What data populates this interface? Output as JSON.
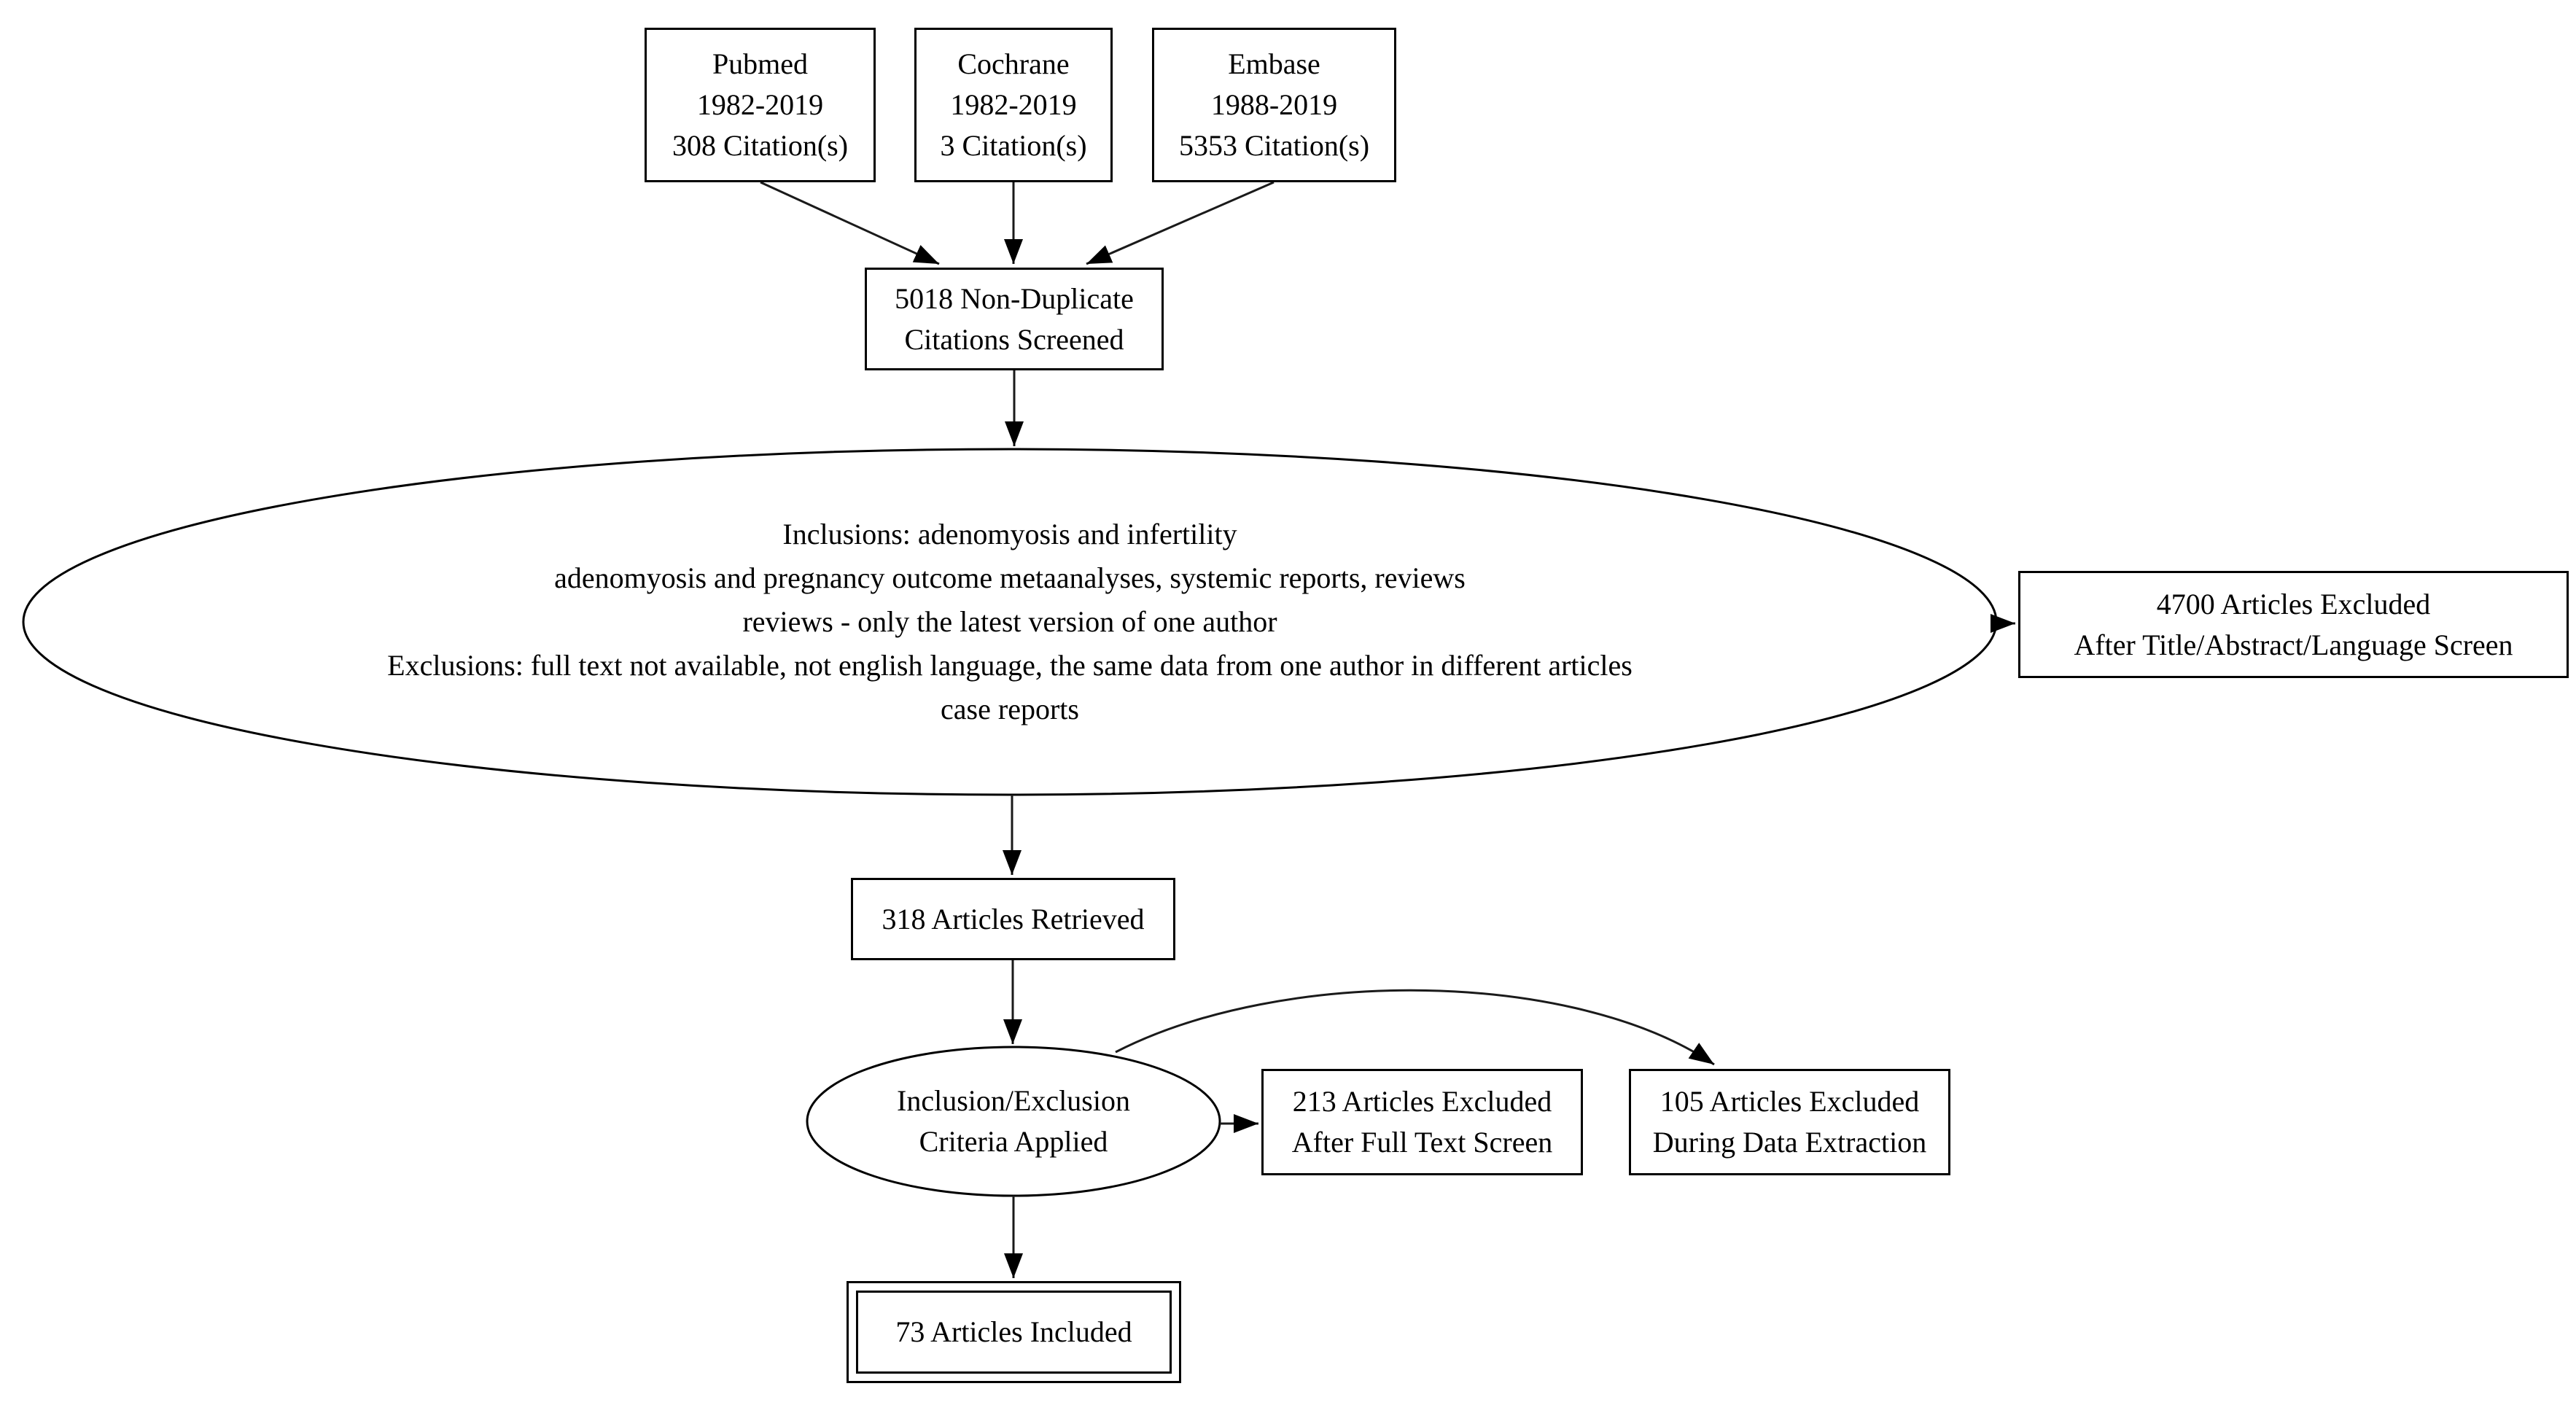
{
  "diagram": {
    "title": "Literature screening flow diagram",
    "background_color": "#ffffff",
    "line_color": "#000000",
    "text_color": "#000000",
    "nodes": {
      "pubmed": {
        "lines": [
          "Pubmed",
          "1982-2019",
          "308 Citation(s)"
        ]
      },
      "cochrane": {
        "lines": [
          "Cochrane",
          "1982-2019",
          "3 Citation(s)"
        ]
      },
      "embase": {
        "lines": [
          "Embase",
          "1988-2019",
          "5353 Citation(s)"
        ]
      },
      "screened": {
        "lines": [
          "5018 Non-Duplicate",
          "Citations Screened"
        ]
      },
      "screening_criteria": {
        "lines": [
          "Inclusions: adenomyosis and infertility",
          "adenomyosis and pregnancy outcome metaanalyses, systemic reports, reviews",
          "reviews - only the latest version of one author",
          "Exclusions: full text not available, not english language, the same data from one author in different articles",
          "case reports"
        ]
      },
      "title_abstract_excluded": {
        "lines": [
          "4700 Articles Excluded",
          "After Title/Abstract/Language Screen"
        ]
      },
      "retrieved": {
        "lines": [
          "318 Articles Retrieved"
        ]
      },
      "criteria_applied": {
        "lines": [
          "Inclusion/Exclusion",
          "Criteria Applied"
        ]
      },
      "fulltext_excluded": {
        "lines": [
          "213 Articles Excluded",
          "After Full Text Screen"
        ]
      },
      "data_extraction_excluded": {
        "lines": [
          "105 Articles Excluded",
          "During Data Extraction"
        ]
      },
      "included": {
        "lines": [
          "73 Articles Included"
        ]
      }
    }
  }
}
